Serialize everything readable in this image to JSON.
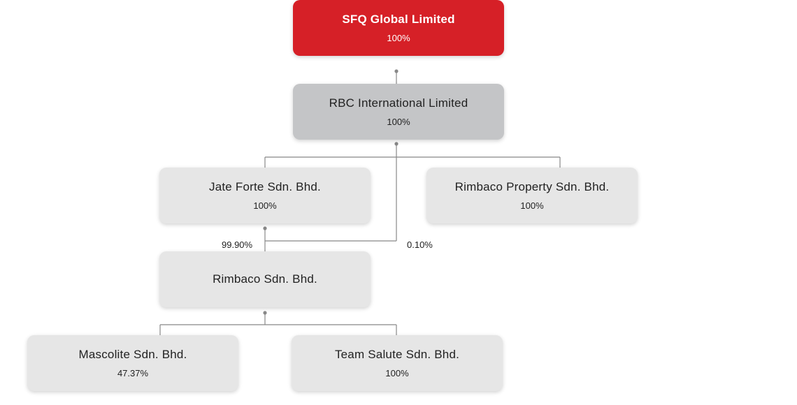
{
  "nodes": {
    "sfq": {
      "name": "SFQ Global Limited",
      "pct": "100%"
    },
    "rbc": {
      "name": "RBC International Limited",
      "pct": "100%"
    },
    "jate": {
      "name": "Jate Forte Sdn. Bhd.",
      "pct": "100%"
    },
    "rimbaco_property": {
      "name": "Rimbaco Property Sdn. Bhd.",
      "pct": "100%"
    },
    "rimbaco": {
      "name": "Rimbaco Sdn. Bhd."
    },
    "mascolite": {
      "name": "Mascolite Sdn. Bhd.",
      "pct": "47.37%"
    },
    "team_salute": {
      "name": "Team Salute Sdn. Bhd.",
      "pct": "100%"
    }
  },
  "edge_labels": {
    "jate_to_rimbaco": "99.90%",
    "rbc_to_rimbaco": "0.10%"
  },
  "colors": {
    "top": "#d62027",
    "second": "#c4c5c7",
    "others": "#e6e6e6",
    "connector": "#888888"
  }
}
